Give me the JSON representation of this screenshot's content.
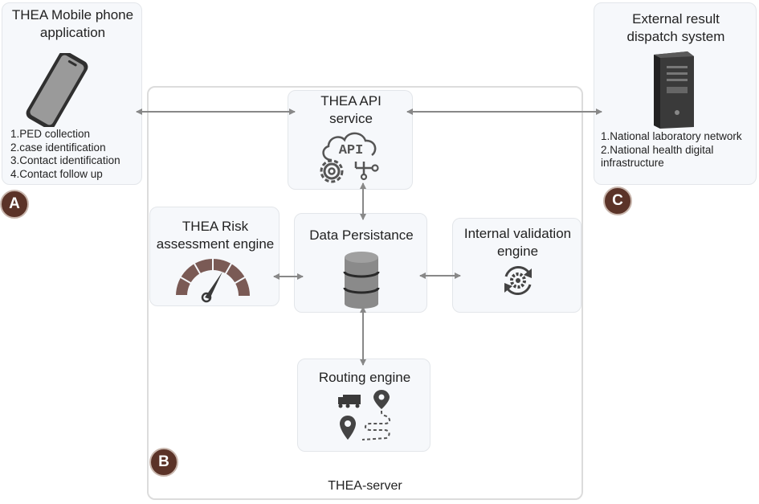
{
  "mobile_app": {
    "title_line1": "THEA Mobile phone",
    "title_line2": "application",
    "items": [
      "1.PED collection",
      "2.case identification",
      "3.Contact identification",
      "4.Contact follow up"
    ],
    "badge": "A"
  },
  "dispatch": {
    "title_line1": "External result",
    "title_line2": "dispatch system",
    "items": [
      "1.National laboratory network",
      "2.National health digital",
      "infrastructure"
    ],
    "badge": "C"
  },
  "server": {
    "label": "THEA-server",
    "badge": "B"
  },
  "api": {
    "title_line1": "THEA API",
    "title_line2": "service",
    "icon_text": "API"
  },
  "risk": {
    "title_line1": "THEA Risk",
    "title_line2": "assessment engine"
  },
  "persistence": {
    "title": "Data Persistance"
  },
  "validation": {
    "title_line1": "Internal validation",
    "title_line2": "engine"
  },
  "routing": {
    "title": "Routing engine"
  },
  "colors": {
    "badge": "#5b3328",
    "gauge": "#7a5a55",
    "icon_gray": "#555555",
    "arrow": "#888888"
  }
}
